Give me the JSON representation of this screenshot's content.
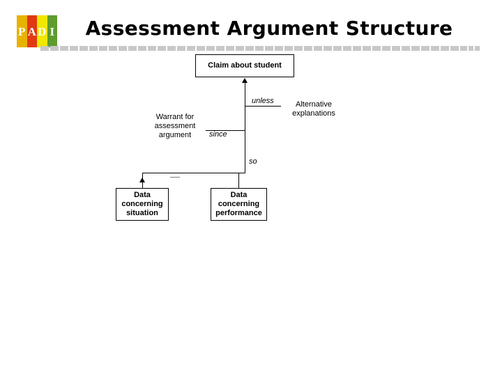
{
  "logo": {
    "name": "padi-logo",
    "letters": [
      {
        "char": "P",
        "bg": "#e8b200"
      },
      {
        "char": "A",
        "bg": "#e03a12"
      },
      {
        "char": "D",
        "bg": "#f0e800"
      },
      {
        "char": "I",
        "bg": "#5e9c2e"
      }
    ]
  },
  "title": "Assessment Argument Structure",
  "rule": {
    "color": "#c8c8c8",
    "dash_count": 46
  },
  "diagram": {
    "boxes": {
      "claim": "Claim about student",
      "data_situation": "Data\nconcerning\nsituation",
      "data_performance": "Data\nconcerning\nperformance"
    },
    "labels": {
      "warrant": "Warrant for\nassessment\nargument",
      "alternative": "Alternative\nexplanations",
      "unless": "unless",
      "since": "since",
      "so": "so"
    }
  }
}
